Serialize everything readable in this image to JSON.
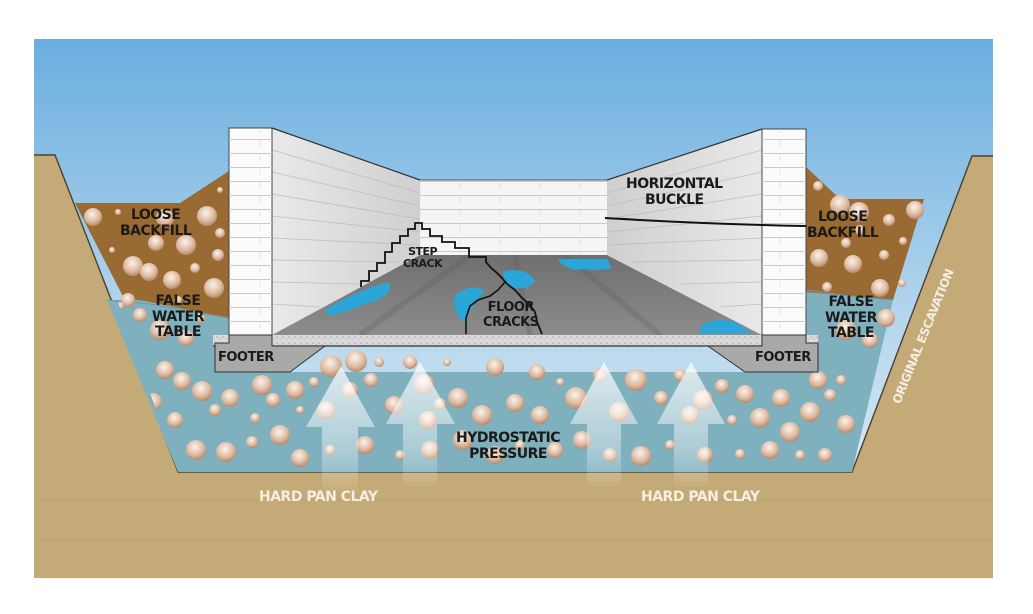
{
  "diagram": {
    "type": "basement cross-section",
    "colors": {
      "sky_top": "#6aaedf",
      "sky_bottom": "#e8f1f7",
      "clay": "#c4aa77",
      "backfill": "#9a6a33",
      "water_table": "#7fb0be",
      "wall": "#f2f2f2",
      "floor": "#7d7d7d",
      "puddle": "#2aa6d8",
      "footer": "#a9a9a9"
    },
    "labels": {
      "loose_backfill_left": [
        "LOOSE",
        "BACKFILL"
      ],
      "loose_backfill_right": [
        "LOOSE",
        "BACKFILL"
      ],
      "false_water_table_left": [
        "FALSE",
        "WATER",
        "TABLE"
      ],
      "false_water_table_right": [
        "FALSE",
        "WATER",
        "TABLE"
      ],
      "footer_left": "FOOTER",
      "footer_right": "FOOTER",
      "step_crack": [
        "STEP",
        "CRACK"
      ],
      "floor_cracks": [
        "FLOOR",
        "CRACKS"
      ],
      "horizontal_buckle": [
        "HORIZONTAL",
        "BUCKLE"
      ],
      "hydrostatic_pressure": [
        "HYDROSTATIC",
        "PRESSURE"
      ],
      "hard_pan_clay_left": "HARD PAN CLAY",
      "hard_pan_clay_right": "HARD PAN CLAY",
      "original_escavation": "ORIGINAL ESCAVATION"
    }
  }
}
